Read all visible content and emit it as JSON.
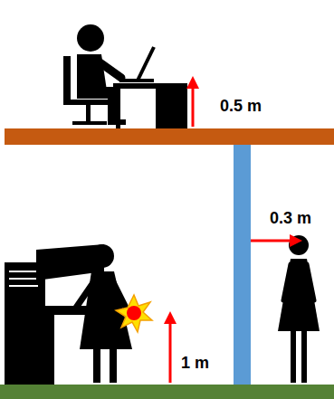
{
  "diagram": {
    "labels": [
      "0.5 m",
      "0.3 m",
      "1 m"
    ]
  }
}
